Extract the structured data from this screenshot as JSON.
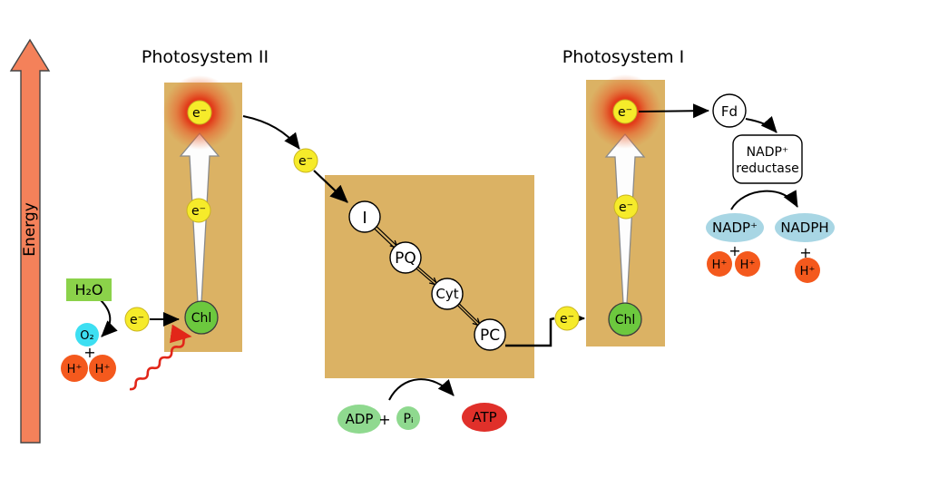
{
  "headings": {
    "photosystem2": "Photosystem II",
    "photosystem1": "Photosystem I"
  },
  "energy_axis": {
    "label": "Energy"
  },
  "labels": {
    "electron": "e⁻",
    "chlorophyll": "Chl",
    "water": "H₂O",
    "oxygen": "O₂",
    "proton": "H⁺",
    "plus": "+",
    "carrier_i": "I",
    "carrier_pq": "PQ",
    "carrier_cyt": "Cyt",
    "carrier_pc": "PC",
    "ferredoxin": "Fd",
    "reductase_line1": "NADP⁺",
    "reductase_line2": "reductase",
    "nadp": "NADP⁺",
    "nadph": "NADPH",
    "adp": "ADP",
    "pi": "Pᵢ",
    "atp": "ATP"
  },
  "colors": {
    "membrane_tan": "#dbb264",
    "energy_arrow": "#f4815a",
    "electron_yellow": "#f6eb2a",
    "chlorophyll_green": "#6cc83e",
    "water_green": "#8bd24a",
    "oxygen_cyan": "#3ddff2",
    "proton_orange": "#f4591d",
    "adp_green": "#8fd98f",
    "atp_red": "#e0302a",
    "nadp_blue": "#a8d6e4",
    "photon_red": "#e22619",
    "node_white": "#ffffff"
  }
}
